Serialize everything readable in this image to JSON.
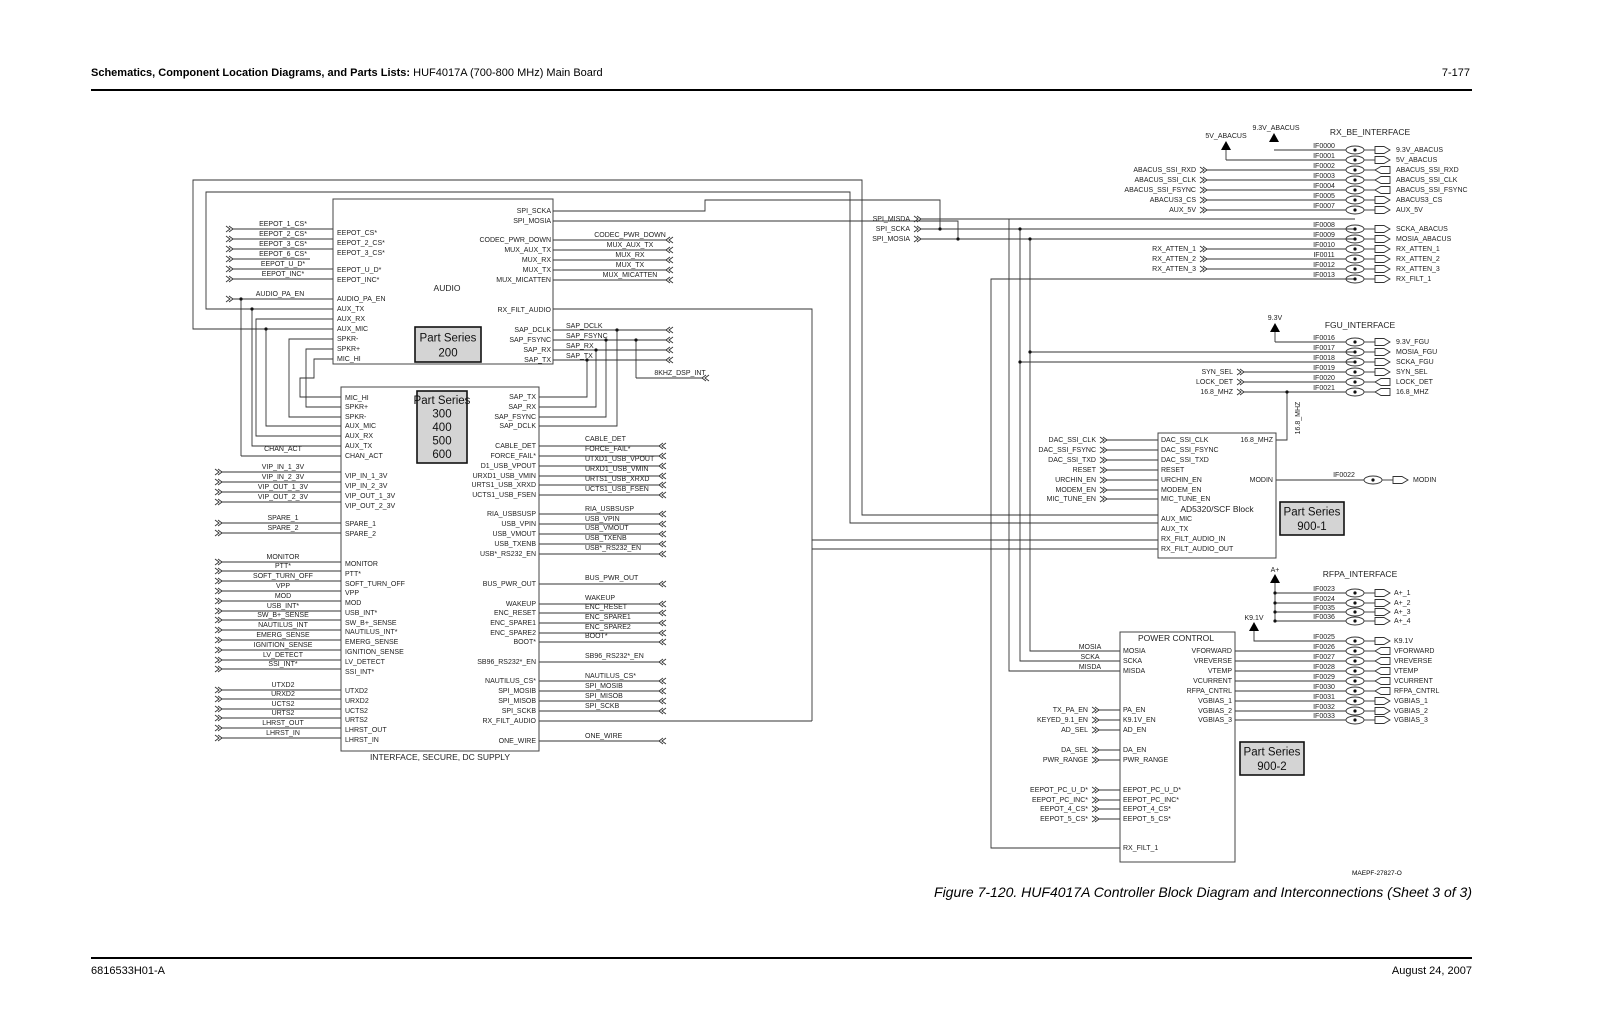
{
  "header": {
    "title_bold": "Schematics, Component Location Diagrams, and Parts Lists:",
    "title_rest": "HUF4017A (700-800 MHz) Main Board",
    "page_number": "7-177"
  },
  "footer": {
    "doc_number": "6816533H01-A",
    "date": "August 24, 2007"
  },
  "figure": {
    "caption": "Figure 7-120. HUF4017A Controller Block Diagram and Interconnections (Sheet 3 of 3)",
    "drawing_number": "MAEPF-27827-O"
  },
  "audio_block": {
    "title": "AUDIO",
    "part_series": [
      "Part Series",
      "200"
    ],
    "left_pins": [
      "EEPOT_CS*",
      "EEPOT_2_CS*",
      "EEPOT_3_CS*",
      "EEPOT_U_D*",
      "EEPOT_INC*",
      "AUDIO_PA_EN",
      "AUX_TX",
      "AUX_RX",
      "AUX_MIC",
      "SPKR-",
      "SPKR+",
      "MIC_HI"
    ],
    "left_nets": [
      "EEPOT_1_CS*",
      "EEPOT_2_CS*",
      "EEPOT_3_CS*",
      "EEPOT_6_CS*",
      "EEPOT_U_D*",
      "EEPOT_INC*",
      "AUDIO_PA_EN"
    ],
    "right_pins": [
      "SPI_SCKA",
      "SPI_MOSIA",
      "CODEC_PWR_DOWN",
      "MUX_AUX_TX",
      "MUX_RX",
      "MUX_TX",
      "MUX_MICATTEN",
      "RX_FILT_AUDIO",
      "SAP_DCLK",
      "SAP_FSYNC",
      "SAP_RX",
      "SAP_TX"
    ],
    "right_nets": [
      "CODEC_PWR_DOWN",
      "MUX_AUX_TX",
      "MUX_RX",
      "MUX_TX",
      "MUX_MICATTEN",
      "SAP_DCLK",
      "SAP_FSYNC",
      "SAP_RX",
      "SAP_TX",
      "8KHZ_DSP_INT"
    ]
  },
  "interface_block": {
    "title": "INTERFACE, SECURE, DC SUPPLY",
    "part_series": [
      "Part Series",
      "300",
      "400",
      "500",
      "600"
    ],
    "left_pins": [
      "MIC_HI",
      "SPKR+",
      "SPKR-",
      "AUX_MIC",
      "AUX_RX",
      "AUX_TX",
      "CHAN_ACT",
      "VIP_IN_1_3V",
      "VIP_IN_2_3V",
      "VIP_OUT_1_3V",
      "VIP_OUT_2_3V",
      "SPARE_1",
      "SPARE_2",
      "MONITOR",
      "PTT*",
      "SOFT_TURN_OFF",
      "VPP",
      "MOD",
      "USB_INT*",
      "SW_B+_SENSE",
      "NAUTILUS_INT*",
      "EMERG_SENSE",
      "IGNITION_SENSE",
      "LV_DETECT",
      "SSI_INT*",
      "UTXD2",
      "URXD2",
      "UCTS2",
      "URTS2",
      "LHRST_OUT",
      "LHRST_IN"
    ],
    "left_nets": [
      "CHAN_ACT",
      "VIP_IN_1_3V",
      "VIP_IN_2_3V",
      "VIP_OUT_1_3V",
      "VIP_OUT_2_3V",
      "SPARE_1",
      "SPARE_2",
      "MONITOR",
      "PTT*",
      "SOFT_TURN_OFF",
      "VPP",
      "MOD",
      "USB_INT*",
      "SW_B+_SENSE",
      "NAUTILUS_INT",
      "EMERG_SENSE",
      "IGNITION_SENSE",
      "LV_DETECT",
      "SSI_INT*",
      "UTXD2",
      "URXD2",
      "UCTS2",
      "URTS2",
      "LHRST_OUT",
      "LHRST_IN"
    ],
    "right_pins": [
      "SAP_TX",
      "SAP_RX",
      "SAP_FSYNC",
      "SAP_DCLK",
      "CABLE_DET",
      "FORCE_FAIL*",
      "D1_USB_VPOUT",
      "URXD1_USB_VMIN",
      "URTS1_USB_XRXD",
      "UCTS1_USB_FSEN",
      "RIA_USBSUSP",
      "USB_VPIN",
      "USB_VMOUT",
      "USB_TXENB",
      "USB*_RS232_EN",
      "BUS_PWR_OUT",
      "WAKEUP",
      "ENC_RESET",
      "ENC_SPARE1",
      "ENC_SPARE2",
      "BOOT*",
      "SB96_RS232*_EN",
      "NAUTILUS_CS*",
      "SPI_MOSIB",
      "SPI_MISOB",
      "SPI_SCKB",
      "RX_FILT_AUDIO",
      "ONE_WIRE"
    ],
    "right_nets": [
      "CABLE_DET",
      "FORCE_FAIL*",
      "UTXD1_USB_VPOUT",
      "URXD1_USB_VMIN",
      "URTS1_USB_XRXD",
      "UCTS1_USB_FSEN",
      "RIA_USBSUSP",
      "USB_VPIN",
      "USB_VMOUT",
      "USB_TXENB",
      "USB*_RS232_EN",
      "BUS_PWR_OUT",
      "WAKEUP",
      "ENC_RESET",
      "ENC_SPARE1",
      "ENC_SPARE2",
      "BOOT*",
      "SB96_RS232*_EN",
      "NAUTILUS_CS*",
      "SPI_MOSIB",
      "SPI_MISOB",
      "SPI_SCKB",
      "ONE_WIRE"
    ]
  },
  "spi_ports": [
    "SPI_MISDA",
    "SPI_SCKA",
    "SPI_MOSIA"
  ],
  "rx_be_interface": {
    "title": "RX_BE_INTERFACE",
    "supplies": [
      "5V_ABACUS",
      "9.3V_ABACUS"
    ],
    "left_nets": [
      "ABACUS_SSI_RXD",
      "ABACUS_SSI_CLK",
      "ABACUS_SSI_FSYNC",
      "ABACUS3_CS",
      "AUX_5V",
      "RX_ATTEN_1",
      "RX_ATTEN_2",
      "RX_ATTEN_3"
    ],
    "ids": [
      "IF0000",
      "IF0001",
      "IF0002",
      "IF0003",
      "IF0004",
      "IF0005",
      "IF0007",
      "IF0008",
      "IF0009",
      "IF0010",
      "IF0011",
      "IF0012",
      "IF0013"
    ],
    "signals": [
      "9.3V_ABACUS",
      "5V_ABACUS",
      "ABACUS_SSI_RXD",
      "ABACUS_SSI_CLK",
      "ABACUS_SSI_FSYNC",
      "ABACUS3_CS",
      "AUX_5V",
      "SCKA_ABACUS",
      "MOSIA_ABACUS",
      "RX_ATTEN_1",
      "RX_ATTEN_2",
      "RX_ATTEN_3",
      "RX_FILT_1"
    ]
  },
  "fgu_interface": {
    "title": "FGU_INTERFACE",
    "supply": "9.3V",
    "left_nets": [
      "SYN_SEL",
      "LOCK_DET",
      "16.8_MHZ"
    ],
    "vertical_net": "16.8_MHZ",
    "ids": [
      "IF0016",
      "IF0017",
      "IF0018",
      "IF0019",
      "IF0020",
      "IF0021"
    ],
    "signals": [
      "9.3V_FGU",
      "MOSIA_FGU",
      "SCKA_FGU",
      "SYN_SEL",
      "LOCK_DET",
      "16.8_MHZ"
    ]
  },
  "ad5320_block": {
    "title": "AD5320/SCF Block",
    "part_series": [
      "Part Series",
      "900-1"
    ],
    "left_nets": [
      "DAC_SSI_CLK",
      "DAC_SSI_FSYNC",
      "DAC_SSI_TXD",
      "RESET",
      "URCHIN_EN",
      "MODEM_EN",
      "MIC_TUNE_EN"
    ],
    "left_pins": [
      "DAC_SSI_CLK",
      "DAC_SSI_FSYNC",
      "DAC_SSI_TXD",
      "RESET",
      "URCHIN_EN",
      "MODEM_EN",
      "MIC_TUNE_EN",
      "AUX_MIC",
      "AUX_TX",
      "RX_FILT_AUDIO_IN",
      "RX_FILT_AUDIO_OUT"
    ],
    "right_pins": [
      "16.8_MHZ",
      "MODIN"
    ],
    "modin_id": "IF0022",
    "modin_signal": "MODIN"
  },
  "rfpa_interface": {
    "title": "RFPA_INTERFACE",
    "supplies": [
      "A+",
      "K9.1V"
    ],
    "ids": [
      "IF0023",
      "IF0024",
      "IF0035",
      "IF0036",
      "IF0025",
      "IF0026",
      "IF0027",
      "IF0028",
      "IF0029",
      "IF0030",
      "IF0031",
      "IF0032",
      "IF0033"
    ],
    "signals": [
      "A+_1",
      "A+_2",
      "A+_3",
      "A+_4",
      "K9.1V",
      "VFORWARD",
      "VREVERSE",
      "VTEMP",
      "VCURRENT",
      "RFPA_CNTRL",
      "VGBIAS_1",
      "VGBIAS_2",
      "VGBIAS_3"
    ]
  },
  "power_control": {
    "title": "POWER CONTROL",
    "part_series": [
      "Part Series",
      "900-2"
    ],
    "spi_nets": [
      "MOSIA",
      "SCKA",
      "MISDA"
    ],
    "left_nets": [
      "TX_PA_EN",
      "KEYED_9.1_EN",
      "AD_SEL",
      "DA_SEL",
      "PWR_RANGE",
      "EEPOT_PC_U_D*",
      "EEPOT_PC_INC*",
      "EEPOT_4_CS*",
      "EEPOT_5_CS*"
    ],
    "left_pins": [
      "MOSIA",
      "SCKA",
      "MISDA",
      "PA_EN",
      "K9.1V_EN",
      "AD_EN",
      "DA_EN",
      "PWR_RANGE",
      "EEPOT_PC_U_D*",
      "EEPOT_PC_INC*",
      "EEPOT_4_CS*",
      "EEPOT_5_CS*",
      "RX_FILT_1"
    ],
    "right_pins": [
      "VFORWARD",
      "VREVERSE",
      "VTEMP",
      "VCURRENT",
      "RFPA_CNTRL",
      "VGBIAS_1",
      "VGBIAS_2",
      "VGBIAS_3"
    ]
  }
}
